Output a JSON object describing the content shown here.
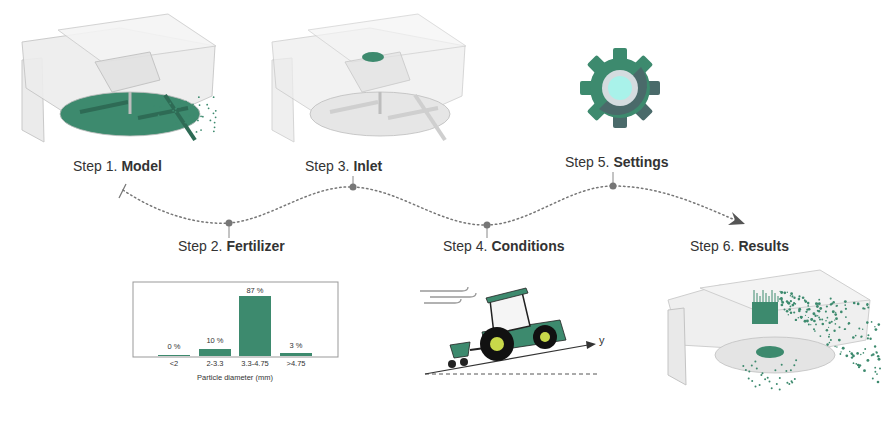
{
  "diagram": {
    "labels": [
      "Step 1.",
      "Model",
      "Step 2.",
      "Fertilizer",
      "Step 3.",
      "Inlet",
      "Step 4.",
      "Conditions",
      "Step 5.",
      "Settings",
      "Step 6.",
      "Results",
      "0 %",
      "10 %",
      "87 %",
      "3 %",
      "<2",
      "2-3.3",
      "3.3-4.75",
      ">4.75",
      "Particle diameter (mm)",
      "y"
    ]
  }
}
